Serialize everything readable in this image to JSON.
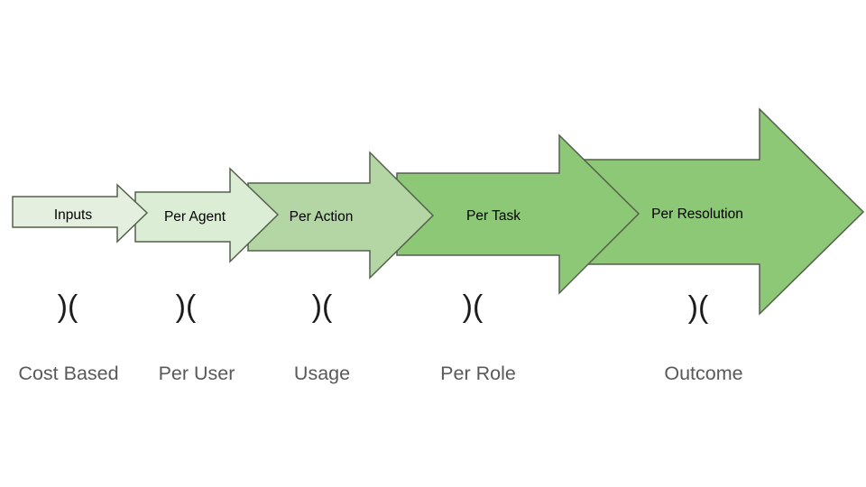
{
  "diagram": {
    "stages": [
      {
        "arrow_label": "Inputs",
        "pricing_label": "Cost Based",
        "fill": "#e4efdf"
      },
      {
        "arrow_label": "Per Agent",
        "pricing_label": "Per User",
        "fill": "#dcedd5"
      },
      {
        "arrow_label": "Per Action",
        "pricing_label": "Usage",
        "fill": "#b4d6a4"
      },
      {
        "arrow_label": "Per Task",
        "pricing_label": "Per Role",
        "fill": "#8dc877"
      },
      {
        "arrow_label": "Per Resolution",
        "pricing_label": "Outcome",
        "fill": "#8dc877"
      }
    ],
    "separator_glyph": ")(",
    "colors": {
      "arrow_stroke": "#53604a",
      "arrow_text": "#000000",
      "separator_text": "#1c1c1c",
      "pricing_text": "#595959",
      "background": "#ffffff"
    }
  }
}
